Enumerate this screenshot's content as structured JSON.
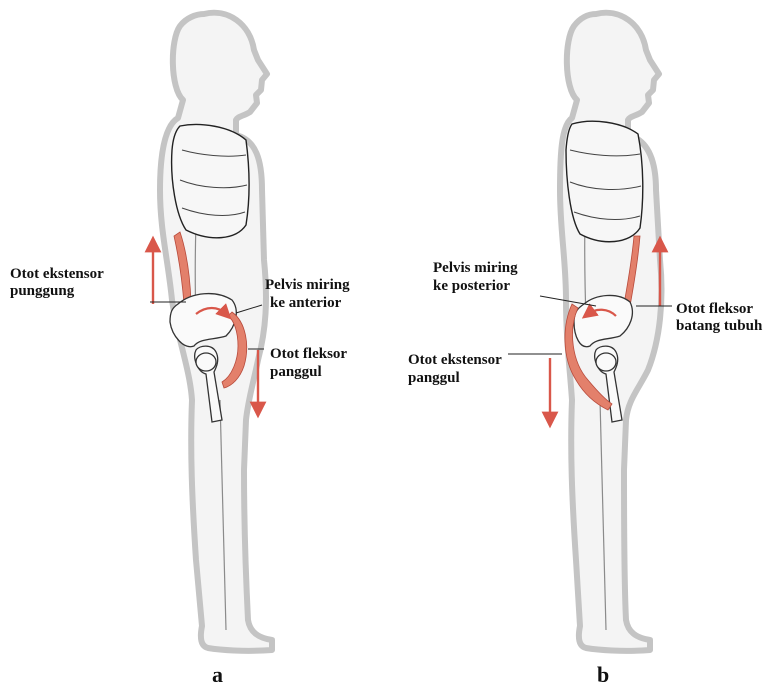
{
  "panels": [
    {
      "letter": "a",
      "labels": {
        "back_extensor": [
          "Otot ekstensor",
          "punggung"
        ],
        "pelvis": [
          "Pelvis miring",
          "ke anterior"
        ],
        "hip_flexor": [
          "Otot fleksor",
          "panggul"
        ]
      }
    },
    {
      "letter": "b",
      "labels": {
        "pelvis": [
          "Pelvis miring",
          "ke posterior"
        ],
        "trunk_flexor": [
          "Otot fleksor",
          "batang tubuh"
        ],
        "hip_extensor": [
          "Otot ekstensor",
          "panggul"
        ]
      }
    }
  ],
  "colors": {
    "muscle": "#e3806b",
    "arrow": "#d9574a",
    "outline": "#c4c4c4",
    "text": "#111111"
  }
}
